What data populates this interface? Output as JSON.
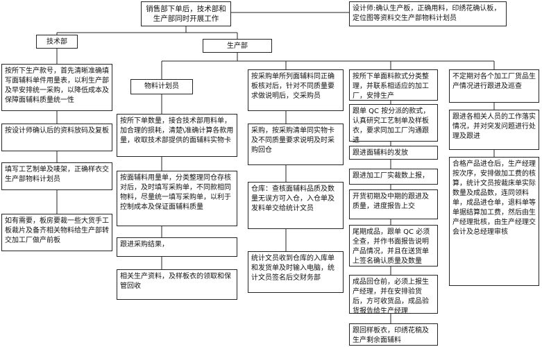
{
  "top": {
    "start": "销售部下单后，技术部和生产部同时开展工作",
    "designer": "设计师:确认生产板，正确用料，印绣花确认板，定位图等资料交生产部物料计划员"
  },
  "tech": {
    "header": "技术部",
    "steps": [
      "按所下生产款号，首先清晰准确填写面辅料单件用量表，以利生产部及早安排统一采购，以降低成本及保障面辅料质量统一性",
      "按设计师确认后的资料放码及复板",
      "填写工艺制单及唛架，正确样衣交生产部物料计划员",
      "如有需要，板房要裁一些大货手工板裁片及备齐相关物料给生产部转交加工厂做产前板"
    ]
  },
  "production": {
    "header": "生产部"
  },
  "planner": {
    "header": "物料计划员",
    "steps": [
      "按所下单数量，接合技术部用料单，加合理的损耗，清楚\\准确计算各款用量，收取技术部提供的面辅料实物卡",
      "按面辅料用量单，分类整理同仓存核对后，及时填写采购单，不同款相同物料，尽量统一填写采购单，以利于控制成本及保证面辅料质量",
      "跟进采购结果，",
      "相关生产资料，及样板衣的领取和保管回收"
    ]
  },
  "purchase": {
    "steps": [
      "按采购单所列面辅料同正确板核对后，针对不同质量要求做说明后，交采购员",
      "采购，按采购清单同实物卡及不同质量要求说明及时采购回仓",
      "仓库：查核面辅料品质及数量无误方可入仓，入仓单及发料单交给统计文员",
      "统计文员收到仓库的入库单和发货单及时输入电脑，统计文员签名后交财务部"
    ]
  },
  "follow": {
    "steps": [
      "按所下单面料款式分类整理，并联系相适应的加工厂，安排生产",
      "跟单 QC 按分派的款式，认真研究工艺制单及样板衣，要求同加工厂沟通跟进",
      "跟进面辅料的发放",
      "跟进加工厂实裁数上报，",
      "开货初期及中期的跟进及质量，进度报告上交",
      "尾期成品，跟单 QC 必须全查，并作书面报告说明产品情况，并且在送货单上签名确认质量及数量",
      "成品回仓前，必须上报生产经理，并在安排验货后，方可收货品，成品验货报告给生产经理",
      "跟回样板衣，印绣花稿及生产剩余面辅料"
    ]
  },
  "audit": {
    "steps": [
      "不定期对各个加工厂货品生产情况进行跟进及巡查",
      "跟进各相关人员的工作落实情况，并对突发问题进行处理及跟进",
      "合格产品进仓后，生产经理按次序，安排做加工费的核算，统计文员按裁床单实际数量及成品数，连同领料单，成品进仓单，退料单等单据结算加工费，然后由生产经理批核，由生产经理交会计及总经理审核"
    ]
  }
}
